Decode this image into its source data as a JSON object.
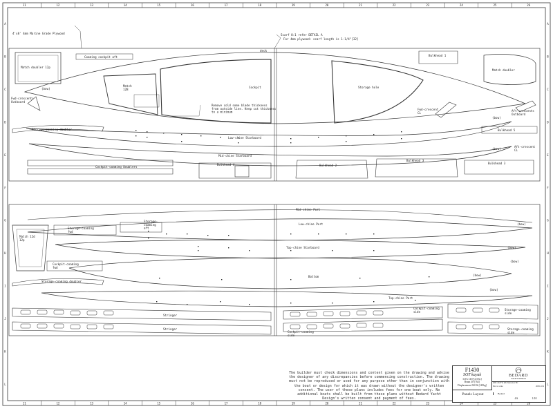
{
  "sheet": {
    "grid_cols": [
      "11",
      "12",
      "13",
      "14",
      "15",
      "16",
      "17",
      "18",
      "19",
      "20",
      "21",
      "22",
      "23",
      "24",
      "25",
      "26"
    ],
    "grid_rows": [
      "A",
      "B",
      "C",
      "D",
      "E",
      "F",
      "G",
      "H",
      "I",
      "J",
      "K",
      "L"
    ]
  },
  "top_panel": {
    "plywood_note": "4'x8' 4mm Marine Grade Plywood",
    "scarf_note_1": "Scarf 8:1 refer DETAIL A",
    "scarf_note_2": "For 4mm plywood: scarf length is 1-1/4\"[32]",
    "labels": {
      "coaming_cockpit_aft": "Coaming cockpit aft",
      "deck": "deck",
      "bulkhead_1": "Bulkhead 1",
      "match_doubler_12p": "Match doubler 12p",
      "match_doubler": "Match doubler",
      "bow": "(bow)",
      "match_12b": "Match\n12B",
      "cockpit": "Cockpit",
      "storage_hole": "Storage hole",
      "fwd_crescents_outboard": "Fwd-crescents\nOutboard",
      "fwd_crescent_cl": "Fwd-crescent\nCL",
      "aft_crescents_outboard": "Aft-crescents\nOutboard",
      "remove_note": "Remove cold some blade thickness\nfrom outside line.  Keep cut thickness\nto a minimum",
      "storage_coaming_doubler": "Storage-coaming doubler",
      "low_chine_starboard": "Low-chine Starboard",
      "bulkhead_5": "Bulkhead 5",
      "aft_crescent_cl": "Aft-crescent\nCL",
      "mid_chine_starboard": "Mid-chine Starboard",
      "cockpit_coaming_doublers": "Cockpit-coaming Doublers",
      "bulkhead_4": "Bulkhead 4",
      "bulkhead_2": "Bulkhead 2",
      "bulkhead_3": "Bulkhead 3",
      "bulkhead_3b": "Bulkhead 3"
    }
  },
  "bottom_panel": {
    "labels": {
      "mid_chine_port": "Mid-chine Port",
      "low_chine_port": "Low-chine Port",
      "match_12d": "Match 12d\n12p",
      "storage_coaming_fwd": "Storage-coaming\nfwd",
      "storage_coaming_aft": "Storage-\ncoaming\naft",
      "top_chine_starboard": "Top-chine Starboard",
      "cockpit_coaming_fwd": "Cockpit-coaming\nfwd",
      "bottom": "Bottom",
      "storage_coaming_doubler": "Storage-coaming doubler",
      "top_chine_port": "Top-chine Port",
      "stringer_1": "Stringer",
      "stringer_2": "Stringer",
      "cockpit_coaming_side": "Cockpit-coaming\nside",
      "cockpit_coaming_side_2": "Cockpit-coaming\nside",
      "storage_coaming_side": "Storage-coaming\nside",
      "storage_coaming_side_2": "Storage-coaming\nside",
      "bow": "(bow)"
    }
  },
  "footer_note": "The builder must check dimensions and content given on the drawing and advise the designer of any discrepancies before commencing construction.  The drawing must not be reproduced or used for any purpose other than in conjunction with the boat or design for which it was drawn without the designer's written consent. The user of these plans includes fees for one boat only.  No additional boats shall be built from these plans without Bedard Yacht Design's written consent and payment of fees.",
  "title_block": {
    "model": "F1430",
    "type": "SOT kayak",
    "specs": "LOA 14'4\"[4.37m]\nBeam 30\"[762]\nDisplacement 320 lb [145kg]",
    "brand": "BEDARD",
    "brand_sub": "YACHT DESIGN",
    "address": "#201 2225 W 4th Vancouver BC",
    "sheet_title": "Panels Layout",
    "scale_label": "Plot to scale",
    "date": "2005.10.9",
    "drawn": "Bedard",
    "sheet_no": "4A",
    "rev": "1/10"
  }
}
